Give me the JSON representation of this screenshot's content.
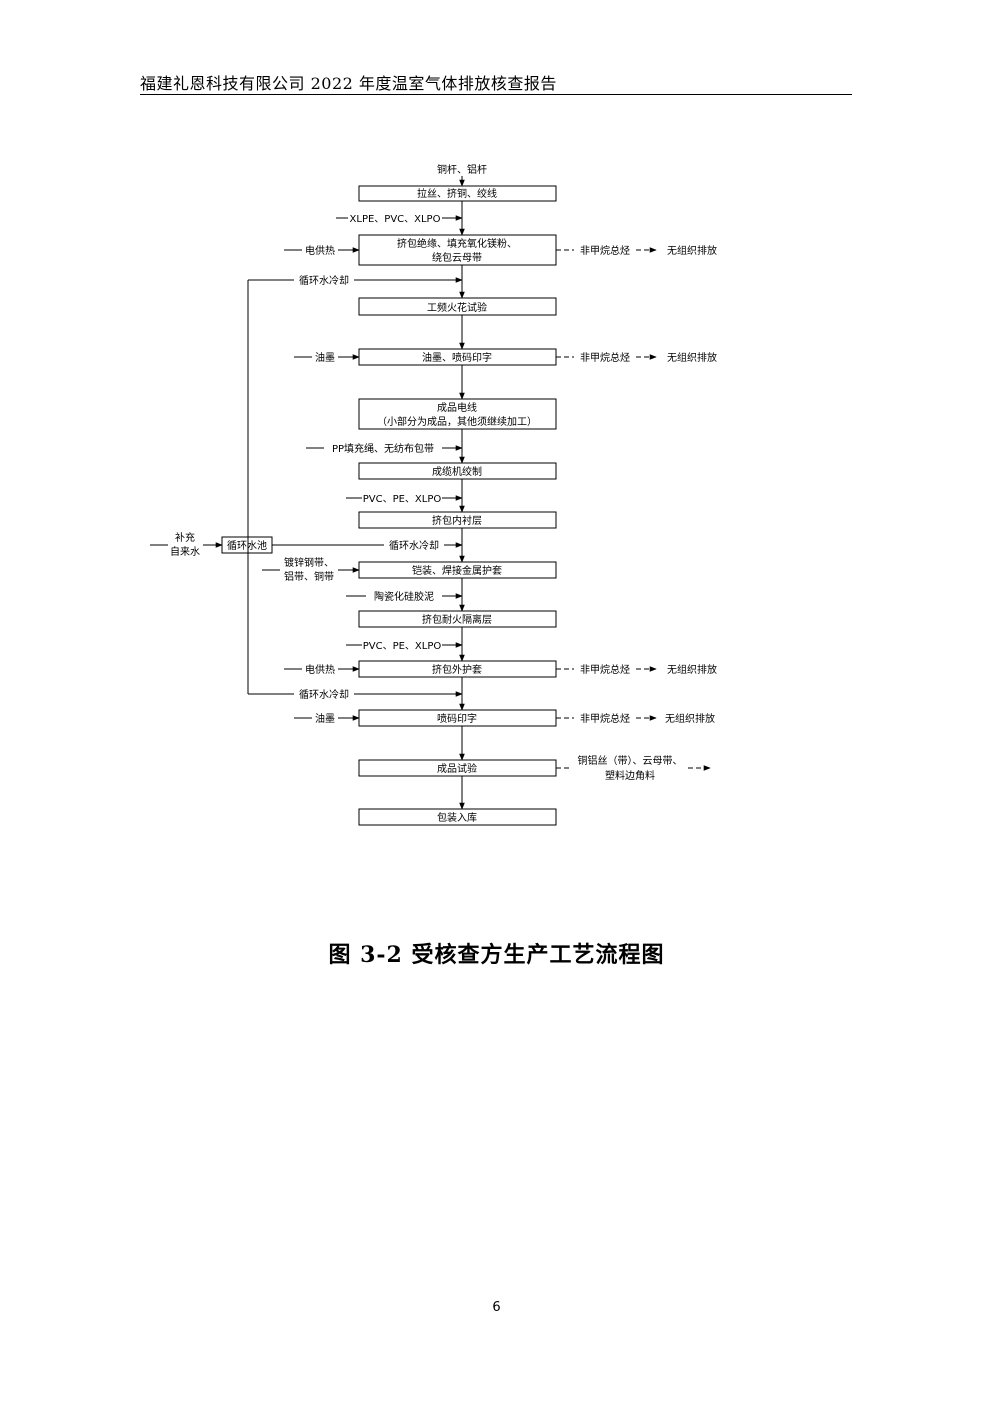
{
  "header": {
    "title": "福建礼恩科技有限公司 2022 年度温室气体排放核查报告"
  },
  "flow": {
    "raw_material": "铜杆、铝杆",
    "steps": [
      "拉丝、挤铜、绞线",
      "挤包绝缘、填充氧化镁粉、",
      "绕包云母带",
      "工频火花试验",
      "油墨、喷码印字",
      "成品电线",
      "（小部分为成品，其他须继续加工）",
      "成缆机绞制",
      "挤包内衬层",
      "铠装、焊接金属护套",
      "挤包耐火隔离层",
      "挤包外护套",
      "喷码印字",
      "成品试验",
      "包装入库"
    ],
    "inputs": {
      "xlpe_pvc_xlpo": "XLPE、PVC、XLPO",
      "electric_heat_1": "电供热",
      "cooling_1": "循环水冷却",
      "ink_1": "油墨",
      "pp_rope": "PP填充绳、无纺布包带",
      "pvc_pe_xlpo_1": "PVC、PE、XLPO",
      "cooling_2": "循环水冷却",
      "steel_tape_1": "镀锌钢带、",
      "steel_tape_2": "铝带、铜带",
      "ceramic_mud": "陶瓷化硅胶泥",
      "pvc_pe_xlpo_2": "PVC、PE、XLPO",
      "electric_heat_2": "电供热",
      "cooling_3": "循环水冷却",
      "ink_2": "油墨"
    },
    "water": {
      "supply_1": "补充",
      "supply_2": "自来水",
      "pool": "循环水池"
    },
    "emissions": {
      "nmhc": "非甲烷总烃",
      "fugitive": "无组织排放",
      "scrap_1": "铜铝丝（带）、云母带、",
      "scrap_2": "塑料边角料"
    }
  },
  "caption": "图 3-2  受核查方生产工艺流程图",
  "page_number": "6"
}
